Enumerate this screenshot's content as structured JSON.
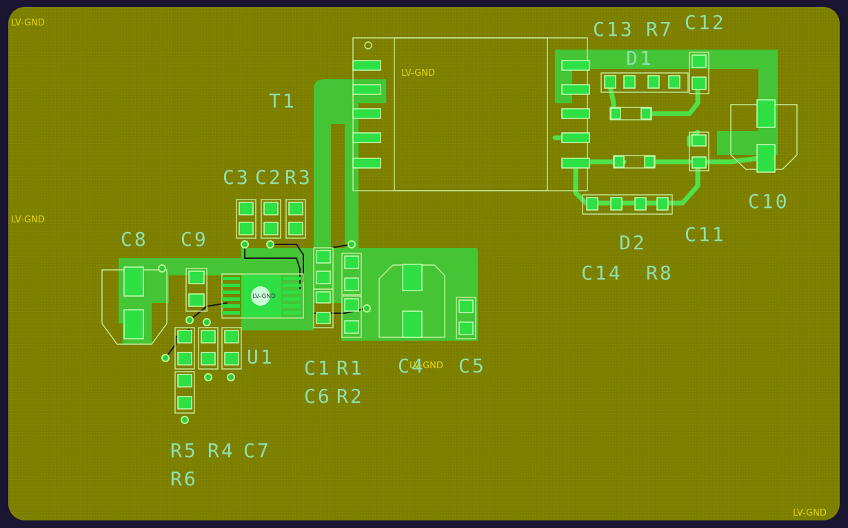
{
  "board": {
    "colors": {
      "background": "#1a1530",
      "gnd_pour": "#7c7f00",
      "copper": "#3cd040",
      "silkscreen": "#c8f0a0",
      "net_label": "#e6d600",
      "refdes": "#8fe0b0"
    },
    "net_labels": {
      "top_left": "LV-GND",
      "left_mid": "LV-GND",
      "transformer": "LV-GND",
      "ic_pad": "LV-GND",
      "c4": "LV-GND",
      "bottom_right": "LV-GND"
    },
    "refdes": {
      "T1": "T1",
      "C13": "C13",
      "R7": "R7",
      "C12": "C12",
      "D1": "D1",
      "C10": "C10",
      "C11": "C11",
      "D2": "D2",
      "C14": "C14",
      "R8": "R8",
      "C3": "C3",
      "C2": "C2",
      "R3": "R3",
      "C8": "C8",
      "C9": "C9",
      "U1": "U1",
      "C1": "C1",
      "R1": "R1",
      "C4": "C4",
      "C5": "C5",
      "C6": "C6",
      "R2": "R2",
      "R5": "R5",
      "R4": "R4",
      "C7": "C7",
      "R6": "R6"
    }
  }
}
